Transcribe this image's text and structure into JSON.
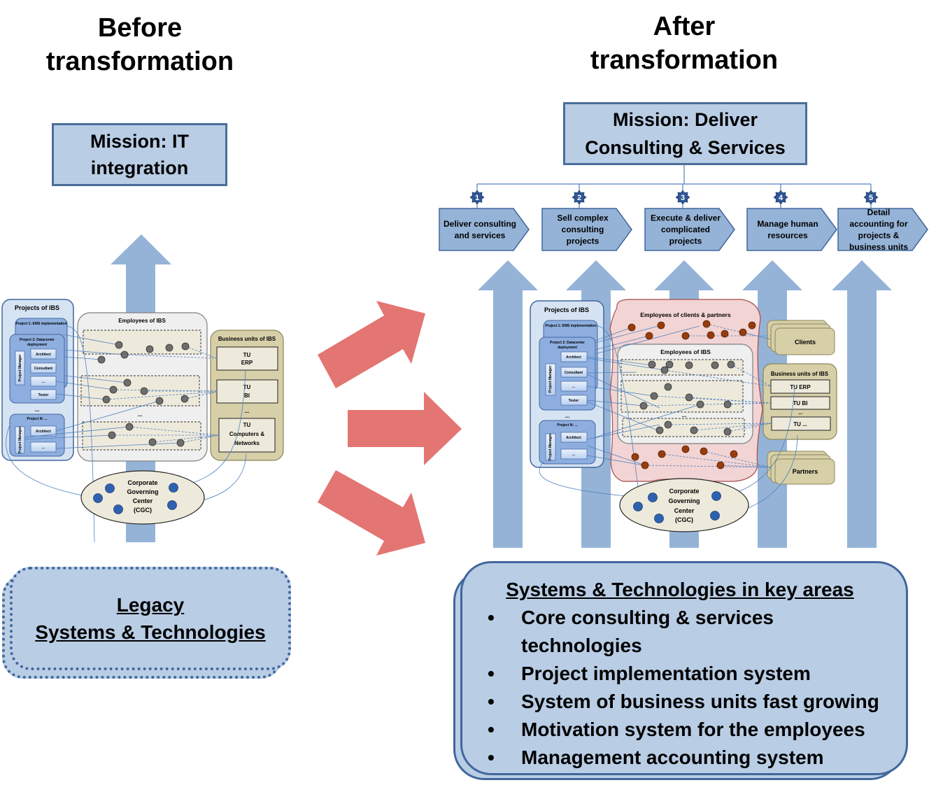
{
  "before": {
    "heading_line1": "Before",
    "heading_line2": "transformation",
    "mission_line1": "Mission: IT",
    "mission_line2": "integration",
    "projects": {
      "title": "Projects of IBS",
      "project1": "Project 1: EMS implementation",
      "project2_line1": "Project 2:  Datacenter",
      "project2_line2": "deployment",
      "roles": [
        "Architect",
        "Consultant",
        "...",
        "Tester"
      ],
      "project_manager": "Project Manager",
      "ellipsis": "...",
      "projectN": "Project N: ...",
      "projectN_roles": [
        "Architect",
        "..."
      ]
    },
    "employees": {
      "title": "Employees of IBS",
      "ellipsis": "..."
    },
    "business_units": {
      "title": "Business units of IBS",
      "units": [
        [
          "TU",
          "ERP"
        ],
        [
          "TU",
          "BI"
        ],
        [
          "TU",
          "Computers &",
          "Networks"
        ]
      ],
      "ellipsis": "..."
    },
    "cgc": [
      "Corporate",
      "Governing",
      "Center",
      "(CGC)"
    ],
    "legacy_line1": "Legacy",
    "legacy_line2": "Systems & Technologies"
  },
  "after": {
    "heading_line1": "After",
    "heading_line2": "transformation",
    "mission_line1": "Mission: Deliver",
    "mission_line2": "Consulting & Services",
    "goals": [
      {
        "num": "1",
        "lines": [
          "Deliver consulting",
          "and services"
        ]
      },
      {
        "num": "2",
        "lines": [
          "Sell complex",
          "consulting",
          "projects"
        ]
      },
      {
        "num": "3",
        "lines": [
          "Execute & deliver",
          "complicated",
          "projects"
        ]
      },
      {
        "num": "4",
        "lines": [
          "Manage human",
          "resources"
        ]
      },
      {
        "num": "5",
        "lines": [
          "Detail",
          "accounting for",
          "projects &",
          "business units"
        ]
      }
    ],
    "projects": {
      "title": "Projects of IBS",
      "project1": "Project 1: EMS implementation",
      "project2_line1": "Project 2:  Datacenter",
      "project2_line2": "deployment",
      "roles": [
        "Architect",
        "Consultant",
        "...",
        "Tester"
      ],
      "project_manager": "Project Manager",
      "ellipsis": "...",
      "projectN": "Project N: ...",
      "projectN_roles": [
        "Architect",
        "..."
      ]
    },
    "clients_partners_employees": "Employees of clients & partners",
    "employees": {
      "title": "Employees of IBS",
      "ellipsis": "..."
    },
    "clients": "Clients",
    "partners": "Partners",
    "business_units": {
      "title": "Business units of IBS",
      "units": [
        "TU ERP",
        "TU BI",
        "TU ..."
      ],
      "ellipsis": "..."
    },
    "cgc": [
      "Corporate",
      "Governing",
      "Center",
      "(CGC)"
    ],
    "systems": {
      "title": "Systems & Technologies in key areas",
      "items": [
        [
          "Core consulting & services",
          "technologies"
        ],
        [
          "Project implementation system"
        ],
        [
          "System of business units fast growing"
        ],
        [
          "Motivation system for the employees"
        ],
        [
          "Management accounting system"
        ]
      ]
    }
  },
  "colors": {
    "light_blue_fill": "#b9cde5",
    "dark_blue_border": "#41679b",
    "up_arrow": "#95b3d7",
    "transform_arrow": "#e37572",
    "pink_cloud": "#f2d4d4",
    "beige": "#d6cfa8",
    "gray_dot": "#6e6e6e",
    "brown_dot": "#973c0d",
    "blue_dot": "#2e62b0"
  }
}
